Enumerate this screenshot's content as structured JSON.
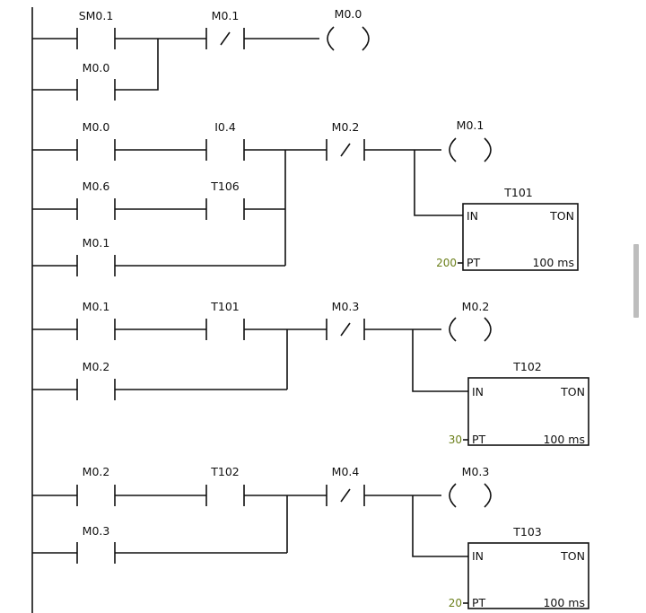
{
  "networks": [
    {
      "contacts": [
        {
          "label": "SM0.1",
          "type": "no"
        },
        {
          "label": "M0.1",
          "type": "nc"
        }
      ],
      "parallel": [
        {
          "label": "M0.0",
          "type": "no"
        }
      ],
      "coil": "M0.0"
    },
    {
      "contacts": [
        {
          "label": "M0.0",
          "type": "no"
        },
        {
          "label": "I0.4",
          "type": "no"
        },
        {
          "label": "M0.2",
          "type": "nc"
        }
      ],
      "branches": [
        [
          {
            "label": "M0.6",
            "type": "no"
          },
          {
            "label": "T106",
            "type": "no"
          }
        ],
        [
          {
            "label": "M0.1",
            "type": "no"
          }
        ]
      ],
      "coil": "M0.1",
      "timer": {
        "name": "T101",
        "type": "TON",
        "in": "IN",
        "pt_label": "PT",
        "preset": "200",
        "base": "100 ms"
      }
    },
    {
      "contacts": [
        {
          "label": "M0.1",
          "type": "no"
        },
        {
          "label": "T101",
          "type": "no"
        },
        {
          "label": "M0.3",
          "type": "nc"
        }
      ],
      "branches": [
        [
          {
            "label": "M0.2",
            "type": "no"
          }
        ]
      ],
      "coil": "M0.2",
      "timer": {
        "name": "T102",
        "type": "TON",
        "in": "IN",
        "pt_label": "PT",
        "preset": "30",
        "base": "100 ms"
      }
    },
    {
      "contacts": [
        {
          "label": "M0.2",
          "type": "no"
        },
        {
          "label": "T102",
          "type": "no"
        },
        {
          "label": "M0.4",
          "type": "nc"
        }
      ],
      "branches": [
        [
          {
            "label": "M0.3",
            "type": "no"
          }
        ]
      ],
      "coil": "M0.3",
      "timer": {
        "name": "T103",
        "type": "TON",
        "in": "IN",
        "pt_label": "PT",
        "preset": "20",
        "base": "100 ms"
      }
    }
  ]
}
